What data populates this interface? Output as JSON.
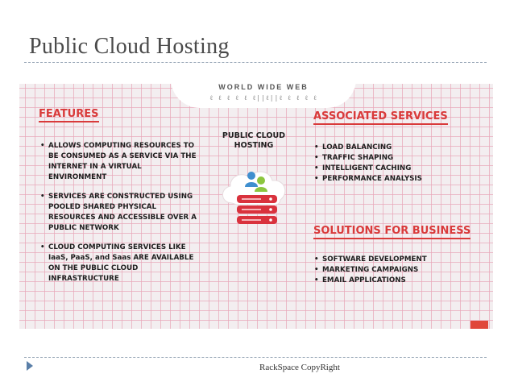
{
  "slide": {
    "title": "Public Cloud Hosting",
    "footer": "RackSpace CopyRight"
  },
  "infographic": {
    "banner": "WORLD WIDE WEB",
    "center_title_line1": "PUBLIC CLOUD",
    "center_title_line2": "HOSTING",
    "features": {
      "heading": "FEATURES",
      "items": [
        [
          "ALLOWS COMPUTING RESOURCES TO",
          "BE CONSUMED AS A SERVICE VIA THE",
          "INTERNET IN A VIRTUAL",
          "ENVIRONMENT"
        ],
        [
          "SERVICES ARE CONSTRUCTED USING",
          "POOLED SHARED PHYSICAL",
          "RESOURCES AND ACCESSIBLE OVER A",
          "PUBLIC NETWORK"
        ],
        [
          "CLOUD COMPUTING SERVICES LIKE",
          "IaaS, PaaS, and Saas ARE AVAILABLE",
          "ON THE PUBLIC CLOUD",
          "INFRASTRUCTURE"
        ]
      ]
    },
    "associated_services": {
      "heading": "ASSOCIATED SERVICES",
      "items": [
        "LOAD BALANCING",
        "TRAFFIC SHAPING",
        "INTELLIGENT CACHING",
        "PERFORMANCE ANALYSIS"
      ]
    },
    "solutions": {
      "heading": "SOLUTIONS FOR BUSINESS",
      "items": [
        "SOFTWARE DEVELOPMENT",
        "MARKETING CAMPAIGNS",
        "EMAIL APPLICATIONS"
      ]
    }
  },
  "colors": {
    "accent_red": "#d93a3a",
    "grid_pink": "#e8a8ba",
    "user_blue": "#3f8fcf",
    "user_green": "#8cc63f",
    "server_red": "#d9323d",
    "footer_arrow": "#5a7fa8"
  }
}
